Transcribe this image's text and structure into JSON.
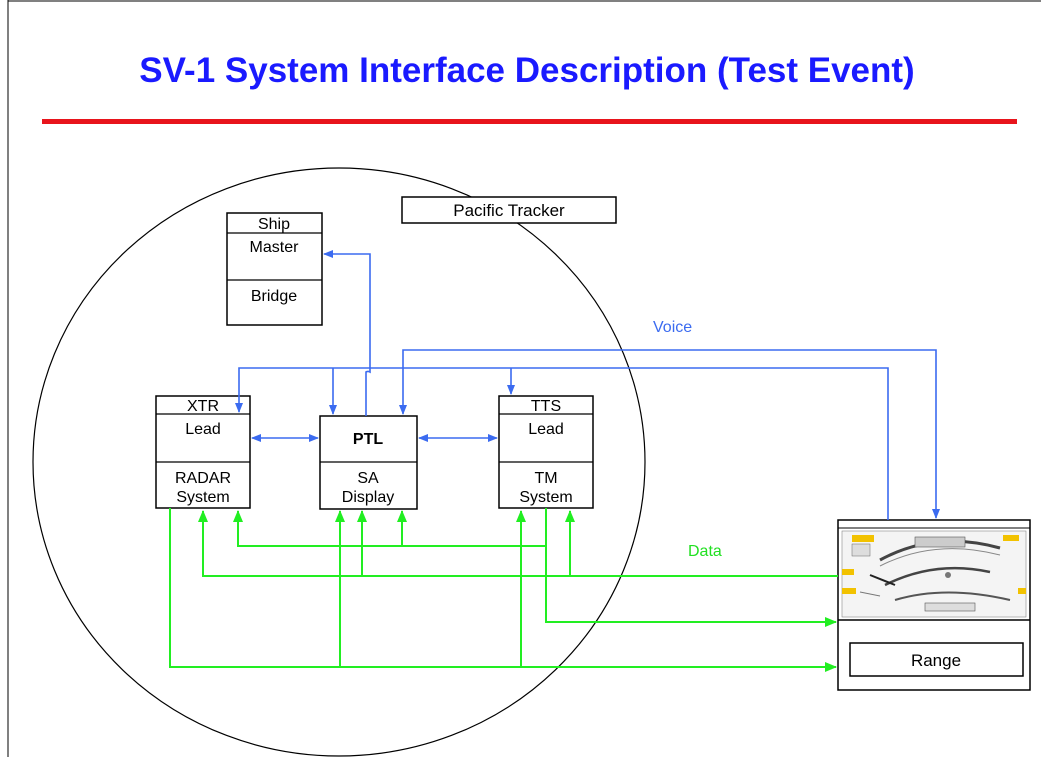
{
  "slide": {
    "title": "SV-1 System Interface Description (Test Event)",
    "colors": {
      "title": "#1a1aff",
      "rule": "#e8141c",
      "voice": "#3b6bf0",
      "data": "#22ee22"
    }
  },
  "diagram": {
    "region_label": "Pacific Tracker",
    "ship": {
      "header": "Ship",
      "role": "Master",
      "system": "Bridge"
    },
    "xtr": {
      "header": "XTR",
      "role": "Lead",
      "system_line1": "RADAR",
      "system_line2": "System"
    },
    "ptl": {
      "header": "",
      "role": "PTL",
      "system_line1": "SA",
      "system_line2": "Display"
    },
    "tts": {
      "header": "TTS",
      "role": "Lead",
      "system_line1": "TM",
      "system_line2": "System"
    },
    "range": {
      "label": "Range",
      "image": "control-room-floorplan"
    },
    "links": {
      "voice_label": "Voice",
      "data_label": "Data"
    }
  }
}
